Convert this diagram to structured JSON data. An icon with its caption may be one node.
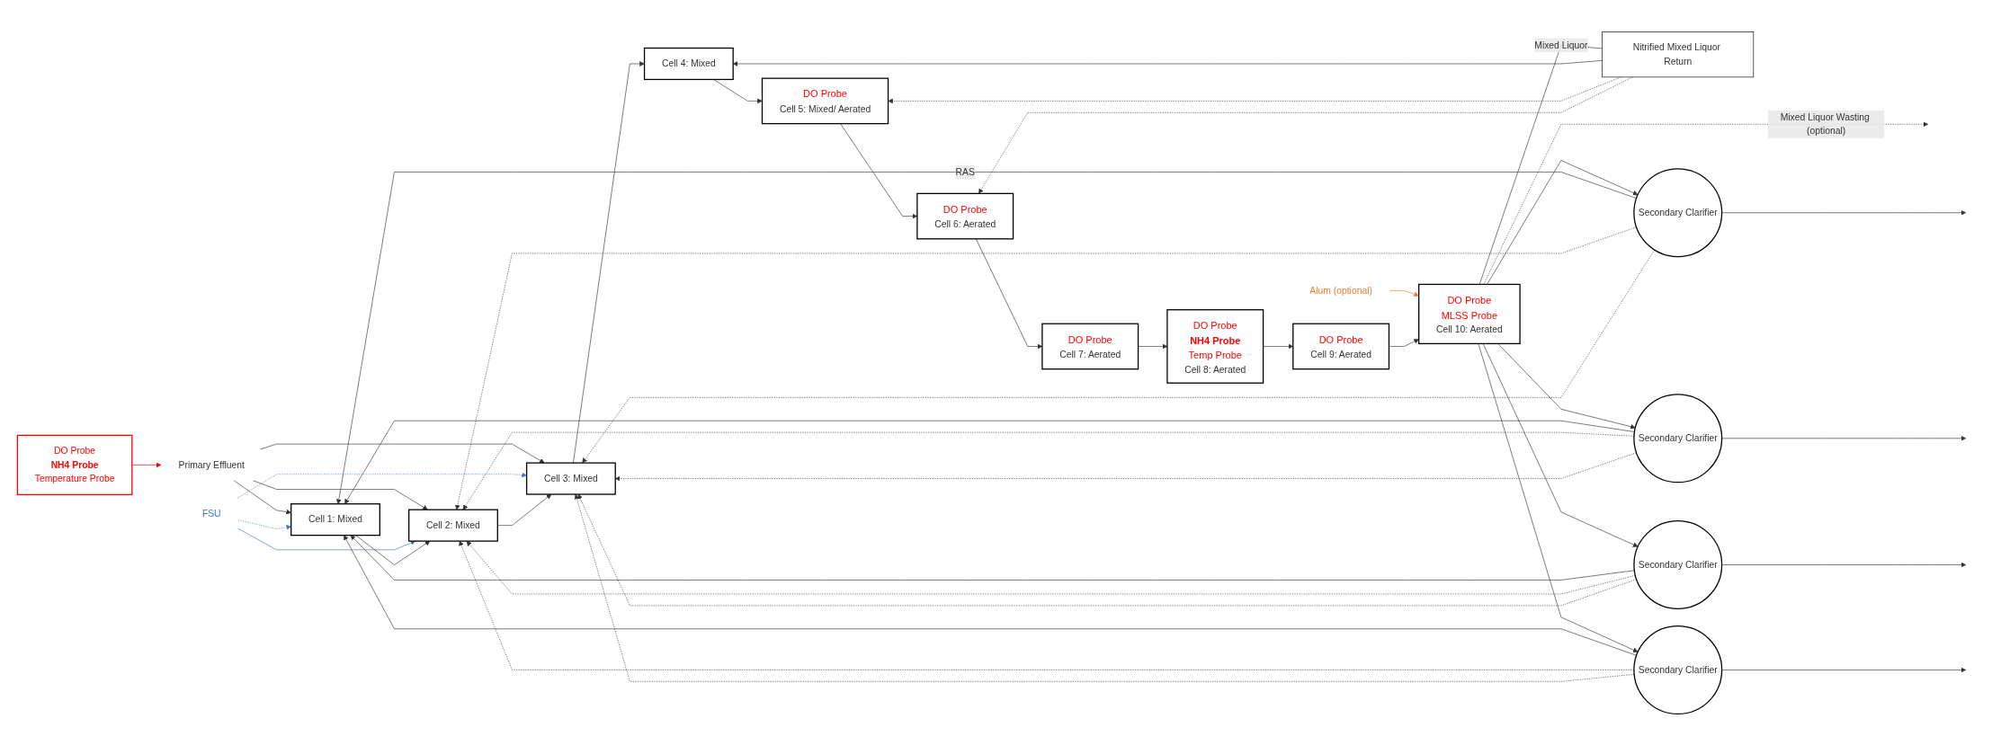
{
  "diagram": {
    "nodes": [
      {
        "text": [
          "Primary Effluent"
        ]
      },
      {
        "text": [
          "FSU"
        ]
      },
      {
        "text": [
          "Alum (optional)"
        ]
      },
      {
        "text": [
          "Cell 1: Mixed"
        ]
      },
      {
        "text": [
          "Cell 2: Mixed"
        ]
      },
      {
        "text": [
          "Cell 3: Mixed"
        ]
      },
      {
        "text": [
          "Cell 4: Mixed"
        ]
      },
      {
        "text": [
          "DO Probe",
          "Cell 5: Mixed/ Aerated"
        ]
      },
      {
        "text": [
          "DO Probe",
          "Cell 6: Aerated"
        ]
      },
      {
        "text": [
          "DO Probe",
          "Cell 7: Aerated"
        ]
      },
      {
        "text": [
          "DO Probe",
          "NH4 Probe",
          "Temp Probe",
          "Cell 8: Aerated"
        ]
      },
      {
        "text": [
          "DO Probe",
          "Cell 9: Aerated"
        ]
      },
      {
        "text": [
          "DO Probe",
          "MLSS Probe",
          "Cell 10: Aerated"
        ]
      },
      {
        "text": [
          "DO Probe",
          "NH4 Probe",
          "Temperature Probe"
        ]
      },
      {
        "text": [
          "Nitrified Mixed Liquor Return"
        ]
      },
      {
        "text": [
          "Secondary Clarifier"
        ]
      },
      {
        "text": [
          "Secondary Clarifier"
        ]
      },
      {
        "text": [
          "Secondary Clarifier"
        ]
      },
      {
        "text": [
          "Secondary Clarifier"
        ]
      }
    ],
    "edges": [
      {
        "from": 0,
        "to": 3,
        "arrow": "to"
      },
      {
        "from": 0,
        "to": 4,
        "arrow": "to"
      },
      {
        "from": 0,
        "to": 5,
        "arrow": "to"
      },
      {
        "from": 1,
        "to": 3,
        "arrow": "to",
        "style": "dashed",
        "color": "#4472c4"
      },
      {
        "from": 1,
        "to": 4,
        "arrow": "to",
        "color": "#4472c4"
      },
      {
        "from": 1,
        "to": 5,
        "arrow": "to",
        "style": "dashed",
        "color": "#4472c4"
      },
      {
        "from": 2,
        "to": 12,
        "arrow": "to",
        "color": "#ed7d31"
      },
      {
        "from": 13,
        "to": 0,
        "arrow": "to",
        "color": "#ff0000"
      },
      {
        "from": 3,
        "to": 4,
        "arrow": "to"
      },
      {
        "from": 4,
        "to": 5,
        "arrow": "to"
      },
      {
        "from": 5,
        "to": 6,
        "arrow": "to"
      },
      {
        "from": 6,
        "to": 7,
        "arrow": "to"
      },
      {
        "from": 7,
        "to": 8,
        "arrow": "to"
      },
      {
        "from": 8,
        "to": 9,
        "arrow": "to"
      },
      {
        "from": 9,
        "to": 10,
        "arrow": "to"
      },
      {
        "from": 10,
        "to": 11,
        "arrow": "to"
      },
      {
        "from": 11,
        "to": 12,
        "arrow": "to"
      },
      {
        "from": 12,
        "to": 14,
        "arrow": "none",
        "label": "Mixed Liquor"
      },
      {
        "from": 14,
        "to": 6,
        "arrow": "to"
      },
      {
        "from": 14,
        "to": 7,
        "arrow": "to",
        "style": "dashed"
      },
      {
        "from": 14,
        "to": 8,
        "arrow": "to",
        "style": "dashed"
      },
      {
        "from": 12,
        "to": 15,
        "arrow": "to"
      },
      {
        "from": 12,
        "to": 16,
        "arrow": "to"
      },
      {
        "from": 12,
        "to": 17,
        "arrow": "to"
      },
      {
        "from": 12,
        "to": 18,
        "arrow": "to"
      },
      {
        "from": 15,
        "to": 3,
        "arrow": "to",
        "label": "RAS"
      },
      {
        "from": 16,
        "to": 3,
        "arrow": "to"
      },
      {
        "from": 17,
        "to": 3,
        "arrow": "to"
      },
      {
        "from": 18,
        "to": 3,
        "arrow": "to"
      },
      {
        "from": 15,
        "to": 4,
        "arrow": "to",
        "style": "dashed"
      },
      {
        "from": 16,
        "to": 4,
        "arrow": "to",
        "style": "dashed"
      },
      {
        "from": 17,
        "to": 4,
        "arrow": "to",
        "style": "dashed"
      },
      {
        "from": 18,
        "to": 4,
        "arrow": "to",
        "style": "dashed"
      },
      {
        "from": 15,
        "to": 5,
        "arrow": "to",
        "style": "dashed"
      },
      {
        "from": 16,
        "to": 5,
        "arrow": "to",
        "style": "dashed"
      },
      {
        "from": 17,
        "to": 5,
        "arrow": "to",
        "style": "dashed"
      },
      {
        "from": 18,
        "to": 5,
        "arrow": "to",
        "style": "dashed"
      },
      {
        "from": 15,
        "to": null,
        "arrow": "to"
      },
      {
        "from": 16,
        "to": null,
        "arrow": "to"
      },
      {
        "from": 17,
        "to": null,
        "arrow": "to"
      },
      {
        "from": 18,
        "to": null,
        "arrow": "to"
      },
      {
        "from": 12,
        "to": null,
        "arrow": "to",
        "style": "dashed",
        "label": "Mixed Liquor Wasting (optional)"
      }
    ]
  }
}
